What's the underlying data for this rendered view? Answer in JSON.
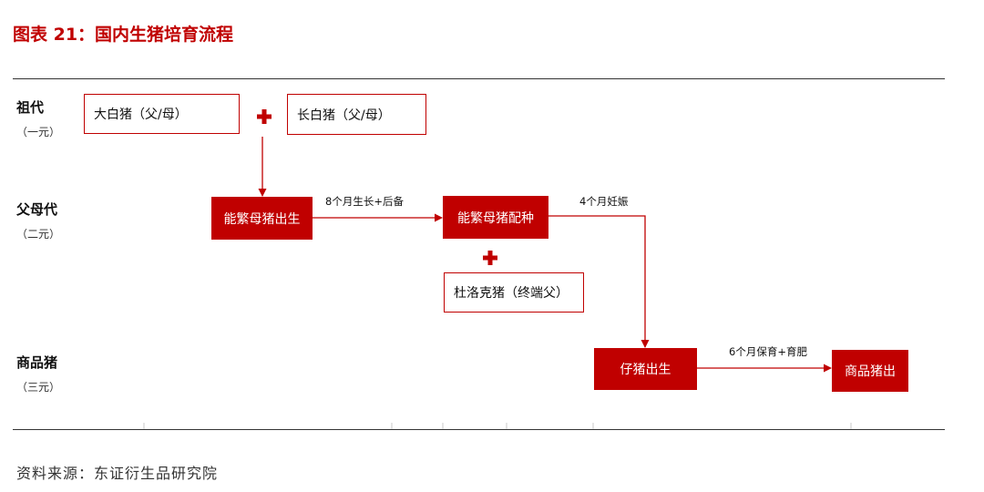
{
  "title": "图表 21：国内生猪培育流程",
  "generations": [
    {
      "name": "祖代",
      "sub": "（一元）"
    },
    {
      "name": "父母代",
      "sub": "（二元）"
    },
    {
      "name": "商品猪",
      "sub": "（三元）"
    }
  ],
  "nodes": {
    "large_white": "大白猪（父/母）",
    "landrace": "长白猪（父/母）",
    "sow_birth": "能繁母猪出生",
    "sow_breeding": "能繁母猪配种",
    "duroc": "杜洛克猪（终端父）",
    "piglet_birth": "仔猪出生",
    "market_pig": "商品猪出"
  },
  "edges": {
    "growth": "8个月生长+后备",
    "gestation": "4个月妊娠",
    "fattening": "6个月保育+育肥"
  },
  "icons": {
    "combine_grandparents": "plus-icon",
    "combine_terminal_sire": "plus-icon"
  },
  "source": "资料来源：东证衍生品研究院",
  "colors": {
    "accent": "#C00000",
    "rule": "#333333"
  }
}
